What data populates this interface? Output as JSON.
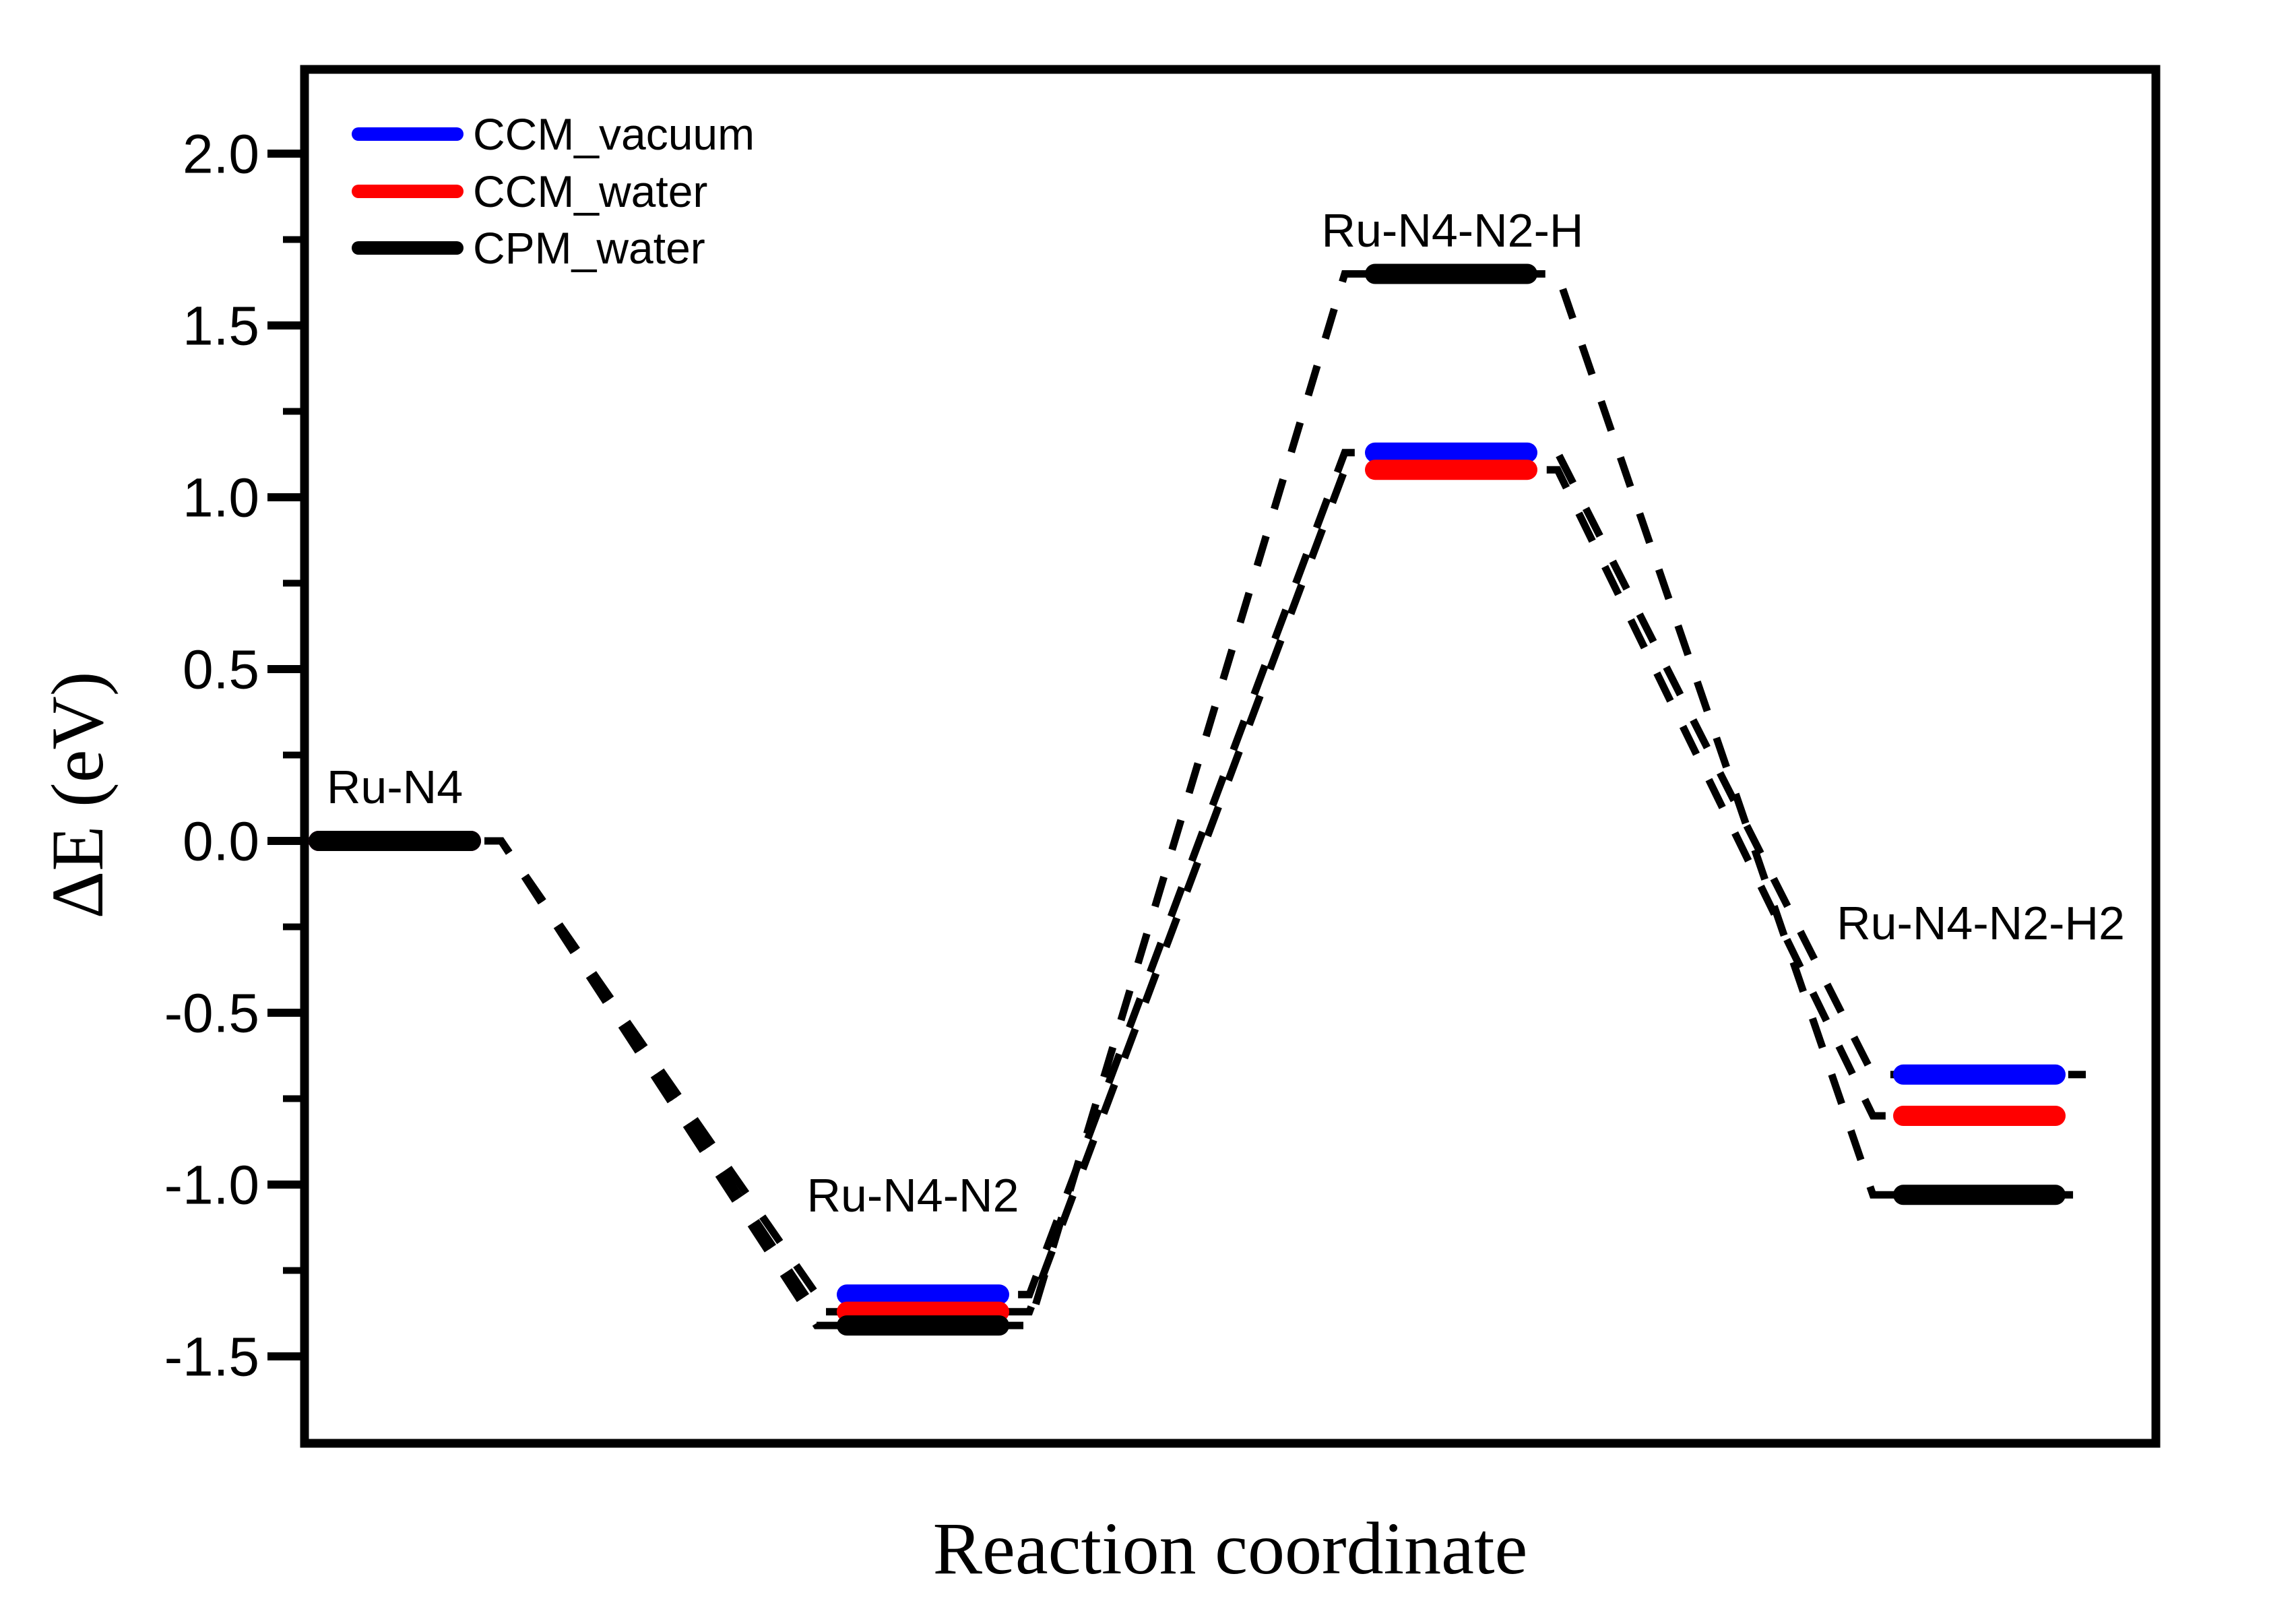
{
  "chart_data": {
    "type": "line",
    "subtype": "energy-level-diagram",
    "title": "",
    "xlabel": "Reaction coordinate",
    "ylabel": "ΔE (eV)",
    "ylim": [
      -1.85,
      2.25
    ],
    "grid": false,
    "legend_position": "top-left",
    "y_major_ticks": [
      2.0,
      1.5,
      1.0,
      0.5,
      0.0,
      -0.5,
      -1.0,
      -1.5
    ],
    "y_tick_labels": [
      "2.0",
      "1.5",
      "1.0",
      "0.5",
      "0.0",
      "-0.5",
      "-1.0",
      "-1.5"
    ],
    "categories": [
      "Ru-N4",
      "Ru-N4-N2",
      "Ru-N4-N2-H",
      "Ru-N4-N2-H2"
    ],
    "series": [
      {
        "name": "CCM_vacuum",
        "color": "#0000ff",
        "values": [
          0.0,
          -1.32,
          1.13,
          -0.68
        ]
      },
      {
        "name": "CCM_water",
        "color": "#ff0000",
        "values": [
          0.0,
          -1.37,
          1.08,
          -0.8
        ]
      },
      {
        "name": "CPM_water",
        "color": "#000000",
        "values": [
          0.0,
          -1.41,
          1.65,
          -1.03
        ]
      }
    ],
    "connector_style": "black dashed",
    "background": "#ffffff"
  }
}
